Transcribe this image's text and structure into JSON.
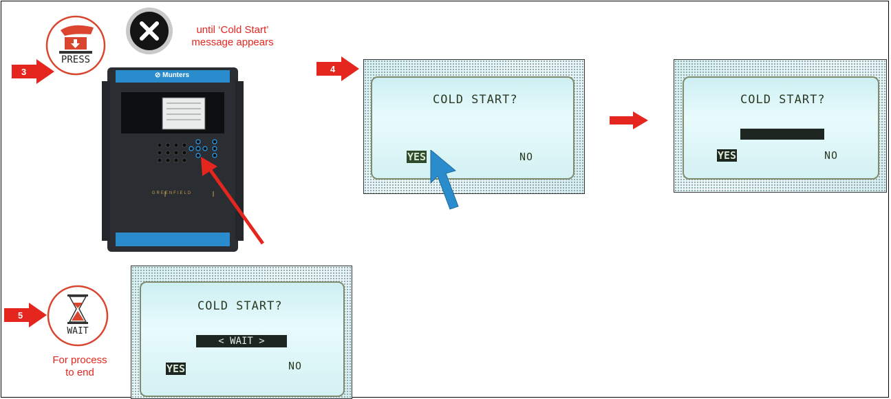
{
  "step3": {
    "number": "3",
    "press_label": "PRESS"
  },
  "step3_note": {
    "line1": "until ‘Cold Start’",
    "line2": "message appears"
  },
  "controller": {
    "brand": "Munters",
    "model_label": "GREENFIELD"
  },
  "step4": {
    "number": "4"
  },
  "step5": {
    "number": "5",
    "wait_label": "WAIT",
    "note_line1": "For process",
    "note_line2": "to end"
  },
  "screen1": {
    "question": "COLD START?",
    "yes": "YES",
    "no": "NO"
  },
  "screen2": {
    "question": "COLD START?",
    "yes": "YES",
    "no": "NO"
  },
  "screen3": {
    "question": "COLD START?",
    "wait_text": "< WAIT >",
    "yes": "YES",
    "no": "NO"
  },
  "colors": {
    "step_red": "#e5261f",
    "pointer_blue": "#2a8ccc",
    "lcd_text": "#2c3a24"
  }
}
